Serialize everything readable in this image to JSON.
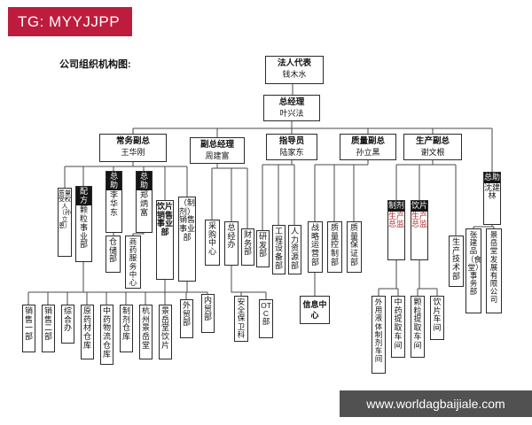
{
  "badge": {
    "text": "TG: MYYJJPP",
    "bg": "#bd1c3e"
  },
  "watermark": {
    "text": "www.worldagbaijiale.com",
    "bg": "#484848"
  },
  "heading": "公司组织机构图:",
  "colors": {
    "line": "#4a4a4a",
    "box_border": "#2b2b2b",
    "head_bg": "#151515",
    "director_text": "#b03030"
  },
  "nodes": {
    "legal": {
      "title": "法人代表",
      "name": "钱木水"
    },
    "gm": {
      "title": "总经理",
      "name": "叶兴法"
    },
    "exec": {
      "title": "常务副总",
      "name": "王华刚"
    },
    "deputy": {
      "title": "副总经理",
      "name": "周建富"
    },
    "instructor": {
      "title": "指导员",
      "name": "陆家东"
    },
    "quality": {
      "title": "质量副总",
      "name": "孙立黑"
    },
    "production": {
      "title": "生产副总",
      "name": "谢文根"
    },
    "qa_person": {
      "label": "质量受权人（孙立恩）"
    },
    "granule_bu": {
      "head": "配方",
      "label": "颗粒事业部"
    },
    "asst_li": {
      "head": "总助",
      "label": "李华东"
    },
    "asst_zheng": {
      "head": "总助",
      "label": "郑炳富"
    },
    "warehouse": {
      "label": "仓储部"
    },
    "service_center": {
      "label": "商药服务中心"
    },
    "pieces_sales_bu": {
      "label": "饮片销售事业部"
    },
    "formulation_sales_bu": {
      "label": "（制剂）销售事业部"
    },
    "sales1": {
      "label": "销售一部"
    },
    "sales2": {
      "label": "销售二部"
    },
    "admin": {
      "label": "综合办"
    },
    "raw_warehouse": {
      "label": "原药材仓库"
    },
    "logistics_warehouse": {
      "label": "中药物流仓库"
    },
    "formulation_warehouse": {
      "label": "制剂仓库"
    },
    "hangzhou_jyt": {
      "label": "杭州景岳堂"
    },
    "jyt_pieces": {
      "label": "景岳堂饮片"
    },
    "foreign_trade": {
      "label": "外贸部"
    },
    "domestic_trade": {
      "label": "内贸部"
    },
    "purchasing": {
      "label": "采购中心"
    },
    "gm_office": {
      "label": "总经办"
    },
    "finance": {
      "label": "财务部"
    },
    "rnd": {
      "label": "研发部"
    },
    "engineering": {
      "label": "工程设备部"
    },
    "hr": {
      "label": "人力资源部"
    },
    "security": {
      "label": "安全保卫科"
    },
    "otc": {
      "label": "OTC部"
    },
    "strategy": {
      "label": "战略运营部"
    },
    "qc": {
      "label": "质量控制部"
    },
    "qa": {
      "label": "质量保证部"
    },
    "info_center": {
      "label": "信息中心"
    },
    "director_formulation": {
      "head": "制剂",
      "label": "生产总监"
    },
    "director_pieces": {
      "head": "饮片",
      "label": "生产总监"
    },
    "prod_tech": {
      "label": "生产技术部"
    },
    "ext_workshop": {
      "label": "外用液体制剂车间"
    },
    "tcm_extract": {
      "label": "中药提取车间"
    },
    "granule_extract": {
      "label": "颗粒提取车间"
    },
    "pieces_workshop": {
      "label": "饮片车间"
    },
    "asst_shen": {
      "head": "总助",
      "label": "沈建林"
    },
    "canteen": {
      "label": "张建品（食堂）事务部"
    },
    "jyt_dev": {
      "label": "景岳堂发展有限公司"
    }
  }
}
